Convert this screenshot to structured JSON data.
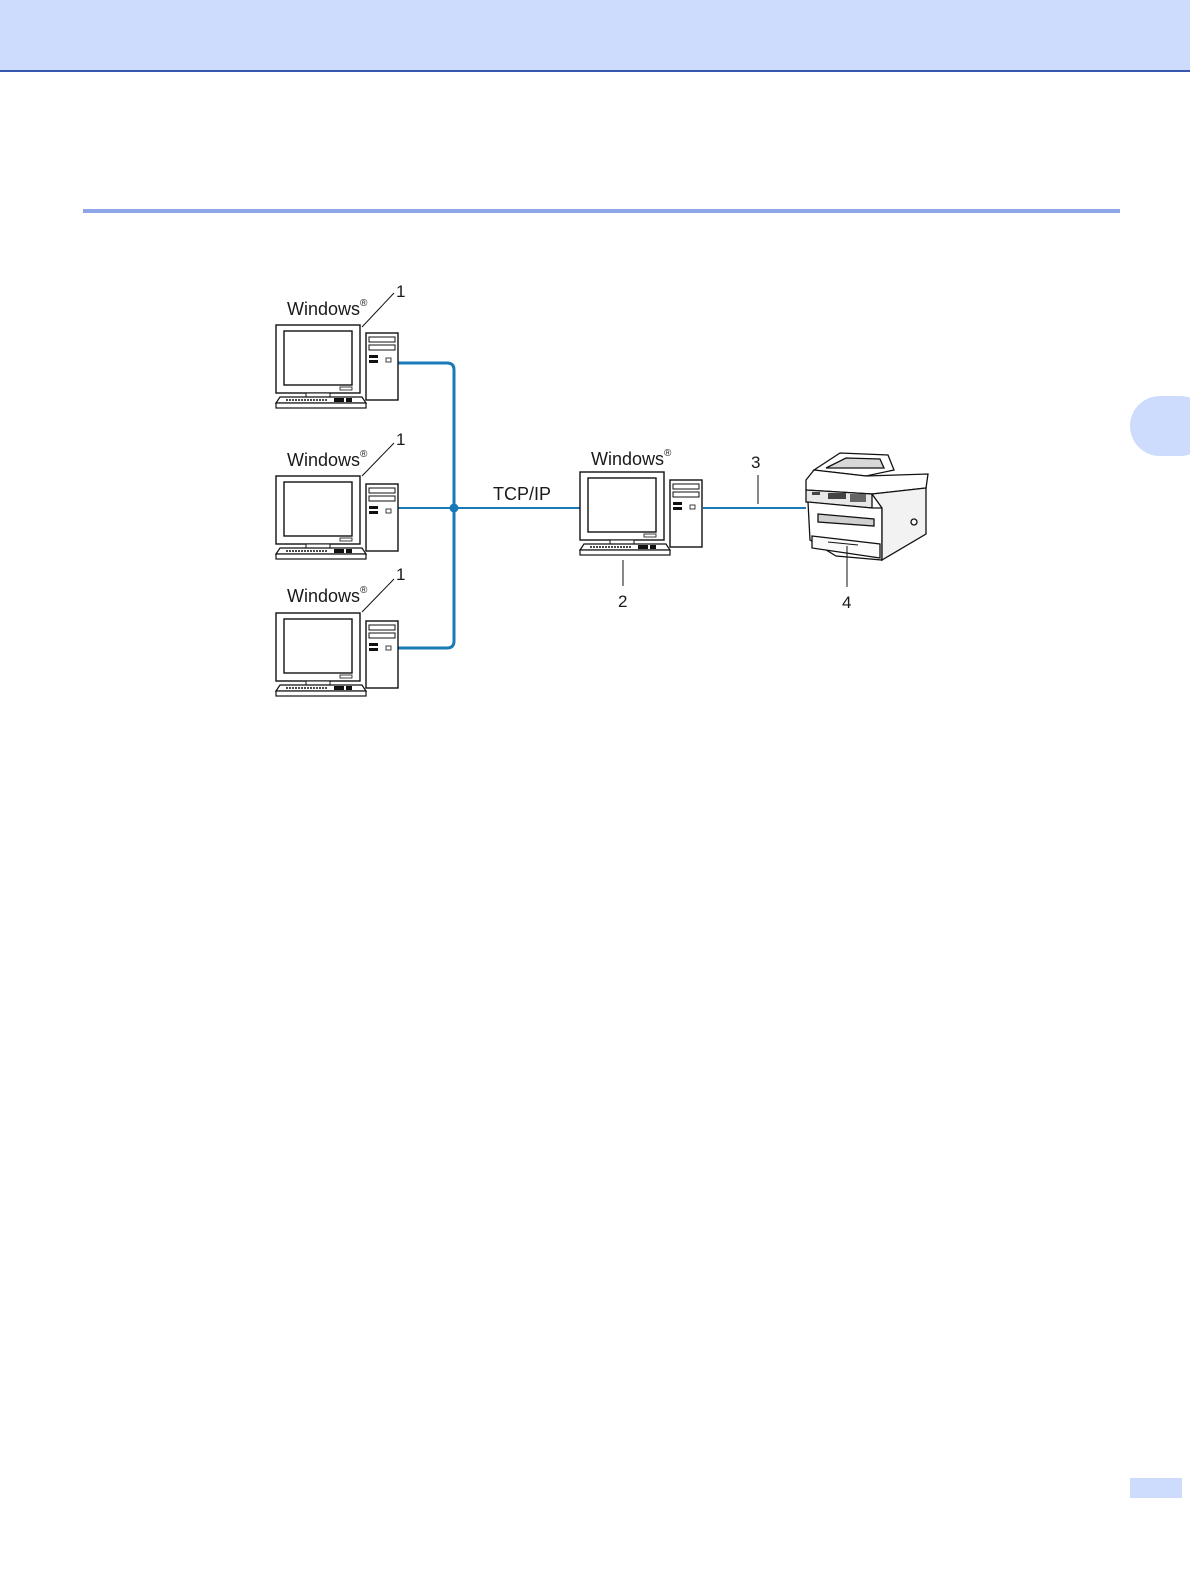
{
  "colors": {
    "header_band": "#cddcfc",
    "header_border": "#3858b0",
    "section_rule": "#8ea6e8",
    "network_line": "#1a7ab8"
  },
  "diagram": {
    "clients": [
      {
        "os": "Windows",
        "reg": "®",
        "callout": "1"
      },
      {
        "os": "Windows",
        "reg": "®",
        "callout": "1"
      },
      {
        "os": "Windows",
        "reg": "®",
        "callout": "1"
      }
    ],
    "protocol_label": "TCP/IP",
    "server": {
      "os": "Windows",
      "reg": "®",
      "callout": "2"
    },
    "cable_callout": "3",
    "printer_callout": "4"
  }
}
